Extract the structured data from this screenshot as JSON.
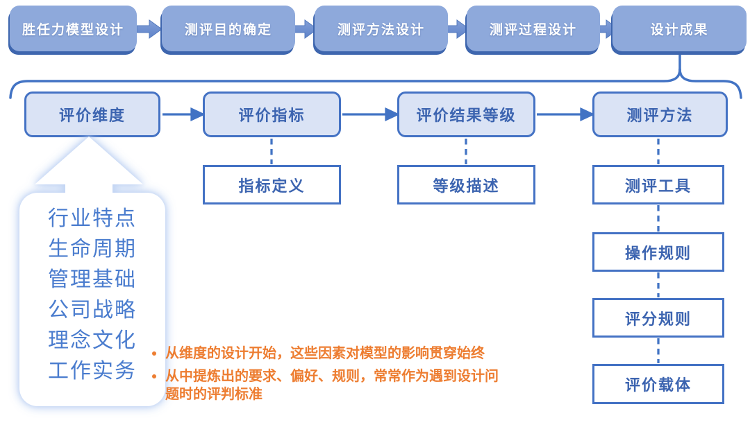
{
  "top_flow": [
    "胜任力模型设计",
    "测评目的确定",
    "测评方法设计",
    "测评过程设计",
    "设计成果"
  ],
  "design_flow": [
    "评价维度",
    "评价指标",
    "评价结果等级",
    "测评方法"
  ],
  "detail_boxes": {
    "indicator_definition": "指标定义",
    "grade_description": "等级描述"
  },
  "method_details": [
    "测评工具",
    "操作规则",
    "评分规则",
    "评价载体"
  ],
  "dimension_factors": [
    "行业特点",
    "生命周期",
    "管理基础",
    "公司战略",
    "理念文化",
    "工作实务"
  ],
  "notes": [
    "从维度的设计开始，这些因素对模型的影响贯穿始终",
    "从中提炼出的要求、偏好、规则，常常作为遇到设计问题时的评判标准"
  ],
  "colors": {
    "accent_blue": "#4472c4",
    "top_box_fill": "#8ea9db",
    "light_box_fill": "#dae3f5",
    "box_text_blue": "#3c64b0",
    "note_orange": "#ed7d31"
  }
}
